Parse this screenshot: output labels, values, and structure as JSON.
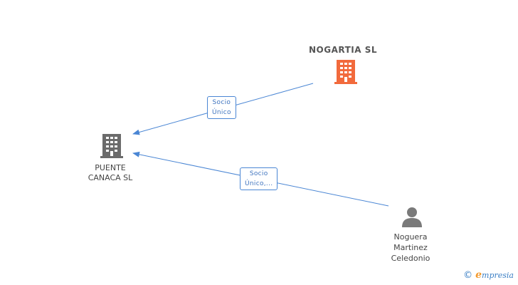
{
  "nodes": {
    "nogartia": {
      "label": "NOGARTIA SL",
      "icon": "building-icon",
      "color": "#f26a3c"
    },
    "puente": {
      "label_line1": "PUENTE",
      "label_line2": "CANACA SL",
      "icon": "building-icon",
      "color": "#6b6b6b"
    },
    "person": {
      "label_line1": "Noguera",
      "label_line2": "Martinez",
      "label_line3": "Celedonio",
      "icon": "person-icon",
      "color": "#7a7a7a"
    }
  },
  "edges": {
    "edge1": {
      "line1": "Socio",
      "line2": "Único"
    },
    "edge2": {
      "line1": "Socio",
      "line2": "Único,..."
    }
  },
  "edge_color": "#4a86d4",
  "watermark": {
    "symbol": "©",
    "brand_first": "e",
    "brand_rest": "mpresia"
  }
}
